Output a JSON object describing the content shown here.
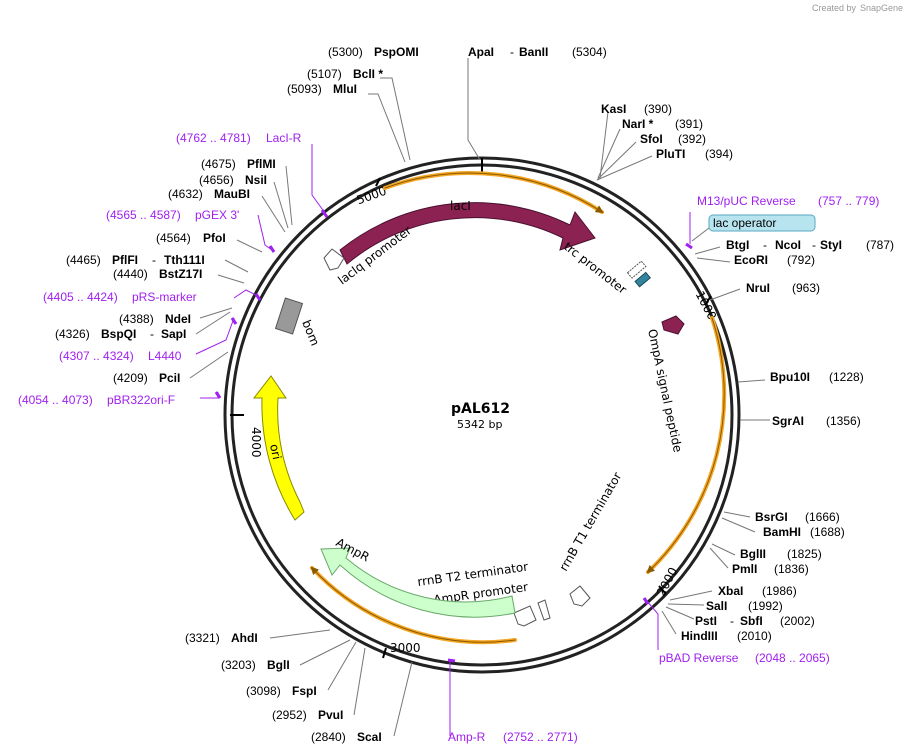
{
  "credit": {
    "prefix": "Created by",
    "brand": "SnapGene"
  },
  "plasmid": {
    "name": "pAL612",
    "length": "5342 bp"
  },
  "ticks": [
    "1000",
    "2000",
    "3000",
    "4000",
    "5000"
  ],
  "features": {
    "lacI": "lacI",
    "lacIq_promoter": "lacIq promoter",
    "trc_promoter": "trc promoter",
    "lac_operator": "lac operator",
    "ompA": "OmpA signal peptide",
    "rrnB_T1": "rrnB T1 terminator",
    "rrnB_T2": "rrnB T2 terminator",
    "AmpR_promoter": "AmpR promoter",
    "AmpR": "AmpR",
    "ori": "ori",
    "bom": "bom"
  },
  "sites": [
    {
      "name": "PspOMI",
      "pos": "(5300)"
    },
    {
      "name": "BclI *",
      "pos": "(5107)"
    },
    {
      "name": "MluI",
      "pos": "(5093)"
    },
    {
      "name": "ApaI",
      "name2": "BanII",
      "pos": "(5304)"
    },
    {
      "name": "KasI",
      "pos": "(390)"
    },
    {
      "name": "NarI *",
      "pos": "(391)"
    },
    {
      "name": "SfoI",
      "pos": "(392)"
    },
    {
      "name": "PluTI",
      "pos": "(394)"
    },
    {
      "name": "PflMI",
      "pos": "(4675)"
    },
    {
      "name": "NsiI",
      "pos": "(4656)"
    },
    {
      "name": "MauBI",
      "pos": "(4632)"
    },
    {
      "name": "PfoI",
      "pos": "(4564)"
    },
    {
      "name": "PflFI",
      "name2": "Tth111I",
      "pos": "(4465)"
    },
    {
      "name": "BstZ17I",
      "pos": "(4440)"
    },
    {
      "name": "NdeI",
      "pos": "(4388)"
    },
    {
      "name": "BspQI",
      "name2": "SapI",
      "pos": "(4326)"
    },
    {
      "name": "PciI",
      "pos": "(4209)"
    },
    {
      "name": "BtgI",
      "name2": "NcoI",
      "name3": "StyI",
      "pos": "(787)"
    },
    {
      "name": "EcoRI",
      "pos": "(792)"
    },
    {
      "name": "NruI",
      "pos": "(963)"
    },
    {
      "name": "Bpu10I",
      "pos": "(1228)"
    },
    {
      "name": "SgrAI",
      "pos": "(1356)"
    },
    {
      "name": "BsrGI",
      "pos": "(1666)"
    },
    {
      "name": "BamHI",
      "pos": "(1688)"
    },
    {
      "name": "BglII",
      "pos": "(1825)"
    },
    {
      "name": "PmlI",
      "pos": "(1836)"
    },
    {
      "name": "XbaI",
      "pos": "(1986)"
    },
    {
      "name": "SalI",
      "pos": "(1992)"
    },
    {
      "name": "PstI",
      "name2": "SbfI",
      "pos": "(2002)"
    },
    {
      "name": "HindIII",
      "pos": "(2010)"
    },
    {
      "name": "AhdI",
      "pos": "(3321)"
    },
    {
      "name": "BglI",
      "pos": "(3203)"
    },
    {
      "name": "FspI",
      "pos": "(3098)"
    },
    {
      "name": "PvuI",
      "pos": "(2952)"
    },
    {
      "name": "ScaI",
      "pos": "(2840)"
    }
  ],
  "primers": [
    {
      "range": "(4762 .. 4781)",
      "name": "LacI-R"
    },
    {
      "range": "(4565 .. 4587)",
      "name": "pGEX 3'"
    },
    {
      "range": "(4405 .. 4424)",
      "name": "pRS-marker"
    },
    {
      "range": "(4307 .. 4324)",
      "name": "L4440"
    },
    {
      "range": "(4054 .. 4073)",
      "name": "pBR322ori-F"
    },
    {
      "name": "M13/pUC Reverse",
      "range": "(757 .. 779)"
    },
    {
      "name": "pBAD Reverse",
      "range": "(2048 .. 2065)"
    },
    {
      "name": "Amp-R",
      "range": "(2752 .. 2771)"
    }
  ],
  "colors": {
    "lacI": "#8b2252",
    "ompA": "#8b2252",
    "ori": "#ffff00",
    "AmpR": "#ccffcc",
    "bom": "#999999",
    "trc": "#31849b",
    "primer": "#a020f0",
    "orange": "#f5a623"
  }
}
